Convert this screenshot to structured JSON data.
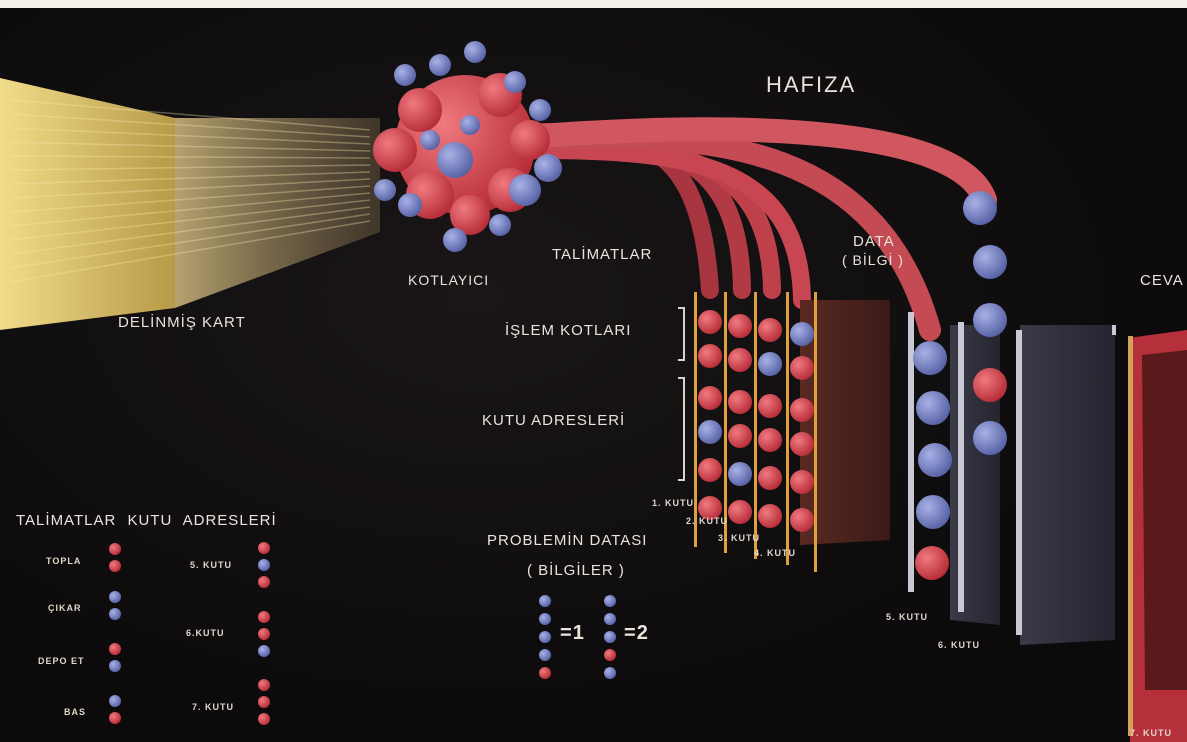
{
  "title": "HAFIZA",
  "card_label": "DELİNMİŞ KART",
  "encoder_label": "KOTLAYICI",
  "instructions_label": "TALİMATLAR",
  "data_label_1": "DATA",
  "data_label_2": "( BİLGİ )",
  "answer_label": "CEVA",
  "op_codes_label": "İŞLEM KOTLARI",
  "addresses_label": "KUTU ADRESLERİ",
  "box_labels": [
    "1. KUTU",
    "2. KUTU",
    "3. KUTU",
    "4. KUTU",
    "5. KUTU",
    "6. KUTU",
    "7. KUTU"
  ],
  "legend": {
    "header": "TALİMATLAR KUTU ADRESLERİ",
    "instructions": [
      {
        "name": "TOPLA",
        "dots": [
          "red",
          "red"
        ]
      },
      {
        "name": "ÇIKAR",
        "dots": [
          "blue",
          "blue"
        ]
      },
      {
        "name": "DEPO ET",
        "dots": [
          "red",
          "blue"
        ]
      },
      {
        "name": "BAS",
        "dots": [
          "blue",
          "red"
        ]
      }
    ],
    "addresses": [
      {
        "name": "5. KUTU",
        "dots": [
          "red",
          "blue",
          "red"
        ]
      },
      {
        "name": "6.KUTU",
        "dots": [
          "red",
          "red",
          "blue"
        ]
      },
      {
        "name": "7. KUTU",
        "dots": [
          "red",
          "red",
          "red"
        ]
      }
    ]
  },
  "problem": {
    "title_1": "PROBLEMİN DATASI",
    "title_2": "( BİLGİLER )",
    "values": [
      {
        "value": "1",
        "dots": [
          "blue",
          "blue",
          "blue",
          "blue",
          "red"
        ]
      },
      {
        "value": "2",
        "dots": [
          "blue",
          "blue",
          "blue",
          "red",
          "blue"
        ]
      }
    ]
  },
  "colors": {
    "red": "#d8434c",
    "blue": "#7b86c4",
    "card": "#e8d070",
    "pipe": "#c8424d",
    "frame": "#e0a040"
  }
}
